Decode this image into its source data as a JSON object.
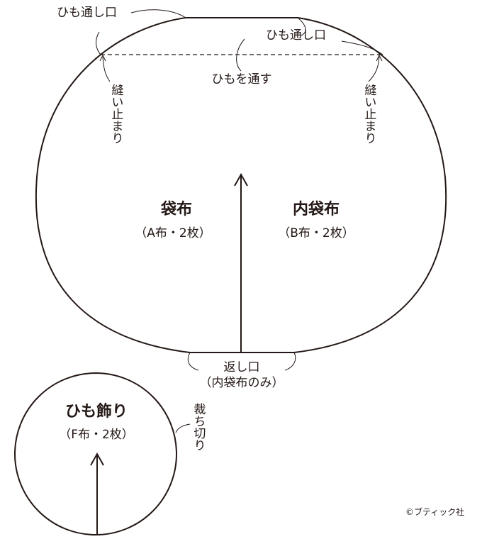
{
  "pattern": {
    "opening_top_left": "ひも通し口",
    "opening_top_right": "ひも通し口",
    "drawstring": "ひもを通す",
    "stop_left": "縫い止まり",
    "stop_right": "縫い止まり",
    "piece_outer_title": "袋布",
    "piece_outer_sub": "（A布・2枚）",
    "piece_inner_title": "内袋布",
    "piece_inner_sub": "（B布・2枚）",
    "return_opening": "返し口",
    "return_opening_note": "（内袋布のみ）"
  },
  "ornament": {
    "title": "ひも飾り",
    "sub": "（F布・2枚）",
    "cut_note": "裁ち切り"
  },
  "credit": "©ブティック社"
}
